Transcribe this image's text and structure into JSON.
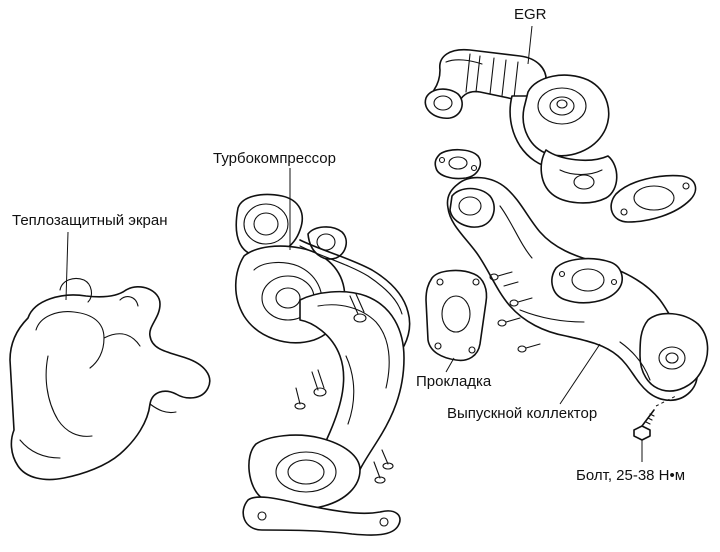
{
  "labels": {
    "egr": "EGR",
    "turbo": "Турбокомпрессор",
    "heat_shield": "Теплозащитный экран",
    "gasket": "Прокладка",
    "exhaust_manifold": "Выпускной коллектор",
    "bolt": "Болт, 25-38 Н•м"
  },
  "colors": {
    "line": "#111111",
    "background": "#ffffff"
  }
}
